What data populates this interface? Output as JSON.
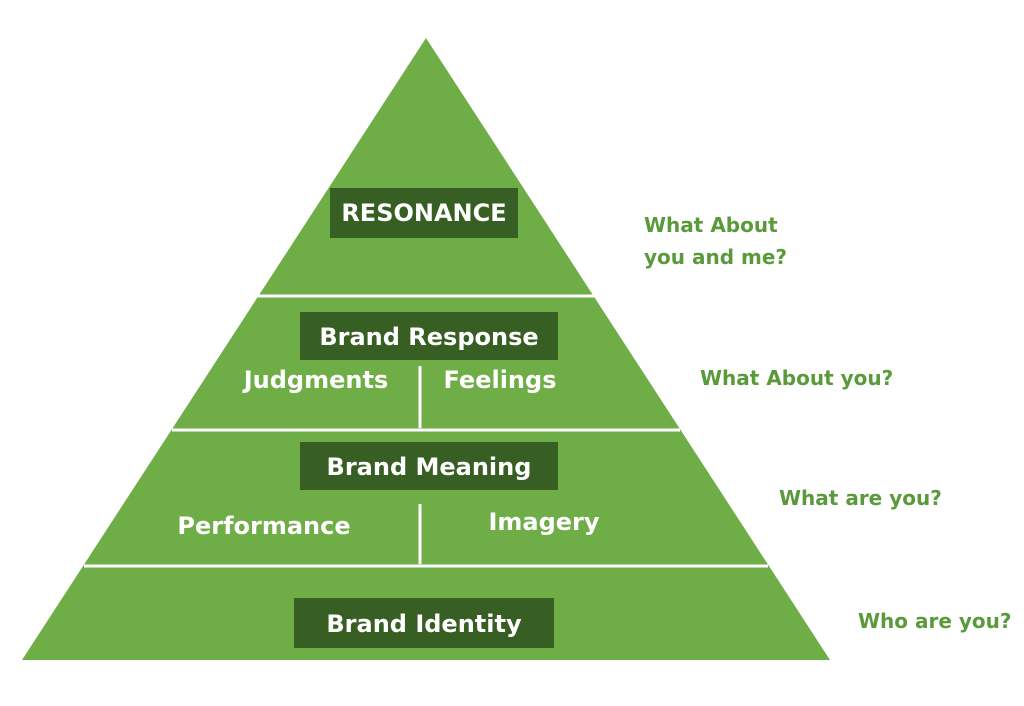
{
  "colors": {
    "pyramid_fill": "#6fad47",
    "label_box_fill": "#375e23",
    "label_text": "#ffffff",
    "question_text": "#5a9a3a",
    "divider": "#ffffff"
  },
  "pyramid": {
    "levels": [
      {
        "title": "RESONANCE",
        "question_lines": [
          "What About",
          "you and me?"
        ]
      },
      {
        "title": "Brand Response",
        "left": "Judgments",
        "right": "Feelings",
        "question_lines": [
          "What About you?"
        ]
      },
      {
        "title": "Brand Meaning",
        "left": "Performance",
        "right": "Imagery",
        "question_lines": [
          "What are you?"
        ]
      },
      {
        "title": "Brand Identity",
        "question_lines": [
          "Who are you?"
        ]
      }
    ]
  }
}
